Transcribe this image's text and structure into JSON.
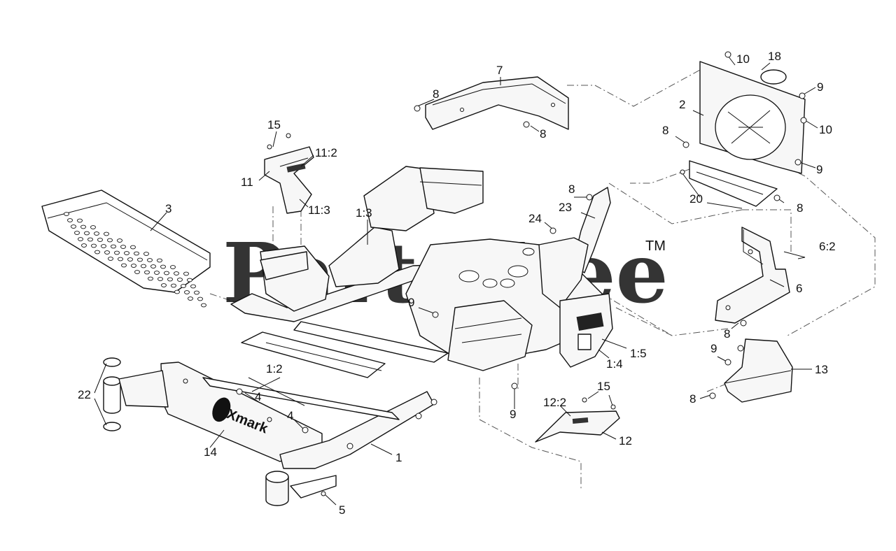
{
  "watermark": {
    "text": "PartsTree",
    "tm": "TM",
    "color": "#c8c8c8"
  },
  "logo": {
    "text": "Xmark"
  },
  "callouts": [
    {
      "id": "c-7",
      "text": "7"
    },
    {
      "id": "c-8a",
      "text": "8"
    },
    {
      "id": "c-8b",
      "text": "8"
    },
    {
      "id": "c-10a",
      "text": "10"
    },
    {
      "id": "c-18",
      "text": "18"
    },
    {
      "id": "c-9a",
      "text": "9"
    },
    {
      "id": "c-2",
      "text": "2"
    },
    {
      "id": "c-10b",
      "text": "10"
    },
    {
      "id": "c-8c",
      "text": "8"
    },
    {
      "id": "c-9b",
      "text": "9"
    },
    {
      "id": "c-15a",
      "text": "15"
    },
    {
      "id": "c-11-2",
      "text": "11:2"
    },
    {
      "id": "c-11",
      "text": "11"
    },
    {
      "id": "c-11-3",
      "text": "11:3"
    },
    {
      "id": "c-3",
      "text": "3"
    },
    {
      "id": "c-1-3",
      "text": "1:3"
    },
    {
      "id": "c-8d",
      "text": "8"
    },
    {
      "id": "c-23",
      "text": "23"
    },
    {
      "id": "c-20",
      "text": "20"
    },
    {
      "id": "c-8e",
      "text": "8"
    },
    {
      "id": "c-24",
      "text": "24"
    },
    {
      "id": "c-6-2",
      "text": "6:2"
    },
    {
      "id": "c-6",
      "text": "6"
    },
    {
      "id": "c-9c",
      "text": "9"
    },
    {
      "id": "c-8f",
      "text": "8"
    },
    {
      "id": "c-9d",
      "text": "9"
    },
    {
      "id": "c-1-5",
      "text": "1:5"
    },
    {
      "id": "c-1-4",
      "text": "1:4"
    },
    {
      "id": "c-13",
      "text": "13"
    },
    {
      "id": "c-1-2",
      "text": "1:2"
    },
    {
      "id": "c-22",
      "text": "22"
    },
    {
      "id": "c-4a",
      "text": "4"
    },
    {
      "id": "c-4b",
      "text": "4"
    },
    {
      "id": "c-9e",
      "text": "9"
    },
    {
      "id": "c-15b",
      "text": "15"
    },
    {
      "id": "c-12-2",
      "text": "12:2"
    },
    {
      "id": "c-8g",
      "text": "8"
    },
    {
      "id": "c-12",
      "text": "12"
    },
    {
      "id": "c-14",
      "text": "14"
    },
    {
      "id": "c-1",
      "text": "1"
    },
    {
      "id": "c-5",
      "text": "5"
    }
  ]
}
